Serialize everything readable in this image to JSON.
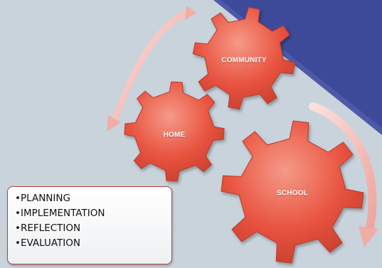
{
  "gears": {
    "community": "COMMUNITY",
    "home": "HOME",
    "school": "SCHOOL"
  },
  "steps": [
    "PLANNING",
    "IMPLEMENTATION",
    "REFLECTION",
    "EVALUATION"
  ],
  "colors": {
    "background": "#c9d3dc",
    "corner_blue": "#3d4a9a",
    "gear_fill": "#e8533f",
    "gear_highlight": "#f59a88",
    "arrow": "#f4b8b2",
    "box_border": "#b8403a"
  }
}
